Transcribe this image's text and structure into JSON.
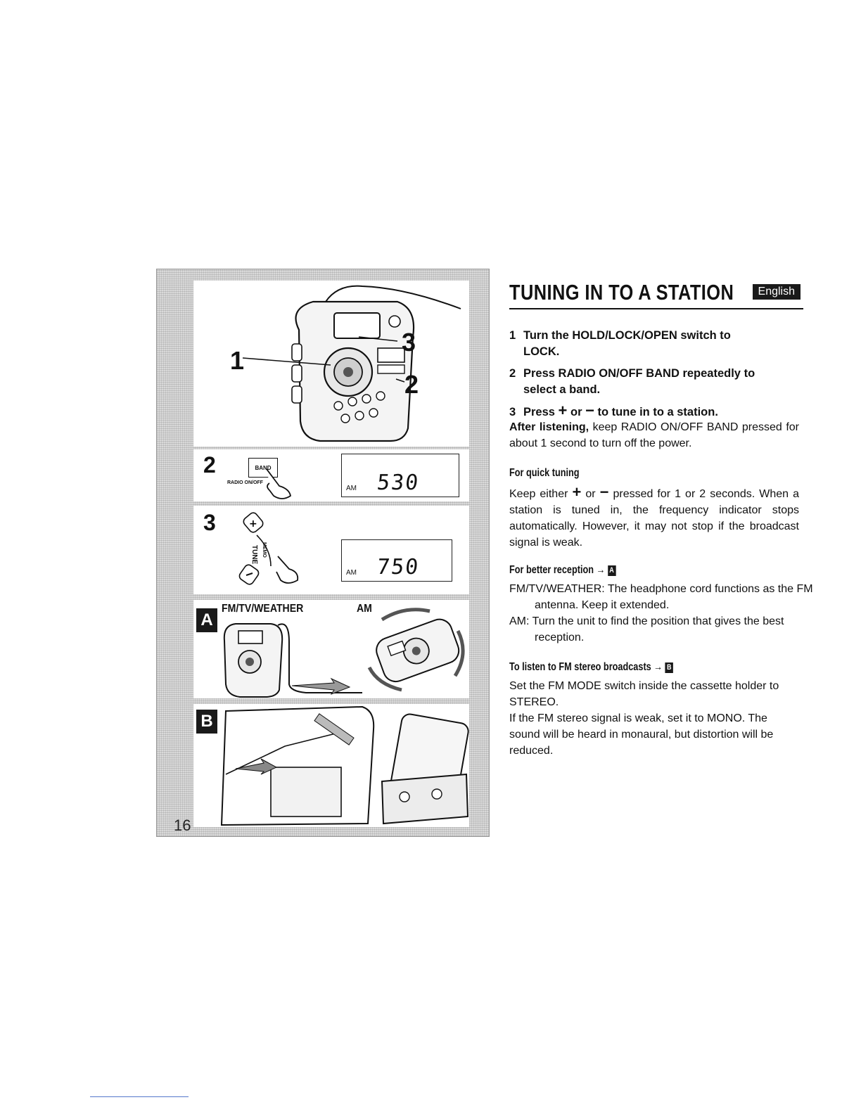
{
  "page": {
    "number": "16"
  },
  "illustration": {
    "callouts": [
      "1",
      "3",
      "2"
    ],
    "step2": {
      "num": "2",
      "button_label": "BAND",
      "button_caption": "RADIO ON/OFF",
      "lcd_band": "AM",
      "lcd_freq": "530"
    },
    "step3": {
      "num": "3",
      "tune_label": "TUNE",
      "memo_label": "MEMO",
      "lcd_band": "AM",
      "lcd_freq": "750"
    },
    "panel_a": {
      "tag": "A",
      "label_left": "FM/TV/WEATHER",
      "label_right": "AM"
    },
    "panel_b": {
      "tag": "B"
    }
  },
  "heading": {
    "title": "TUNING IN TO A STATION",
    "language": "English"
  },
  "steps": [
    {
      "num": "1",
      "line1": "Turn the HOLD/LOCK/OPEN switch to",
      "line2": "LOCK."
    },
    {
      "num": "2",
      "line1": "Press RADIO ON/OFF BAND repeatedly to",
      "line2": "select a band."
    },
    {
      "num": "3",
      "pre": "Press ",
      "plus": "+",
      "mid": " or ",
      "minus": "−",
      "post": " to tune in to a station."
    }
  ],
  "after_listening": {
    "lead": "After listening,",
    "text": " keep RADIO ON/OFF BAND pressed for about 1 second to turn off the power."
  },
  "quick_tuning": {
    "heading": "For quick tuning",
    "pre": "Keep either ",
    "plus": "+",
    "mid": " or ",
    "minus": "−",
    "post": " pressed for 1 or 2 seconds. When a station is tuned in, the frequency indicator stops automatically. However, it may not stop if the broadcast signal is weak."
  },
  "better_reception": {
    "heading": "For better reception",
    "arrow": "→",
    "tag": "A",
    "fm_item": "FM/TV/WEATHER: The headphone cord functions as the FM antenna. Keep it extended.",
    "am_item": "AM: Turn the unit to find the position that gives the best reception."
  },
  "stereo": {
    "heading": "To listen to FM stereo broadcasts",
    "arrow": "→",
    "tag": "B",
    "para1": "Set the FM MODE switch inside the cassette holder to STEREO.",
    "para2": "If the FM stereo signal is weak, set it to MONO. The sound will be heard in monaural, but distortion will be reduced."
  }
}
